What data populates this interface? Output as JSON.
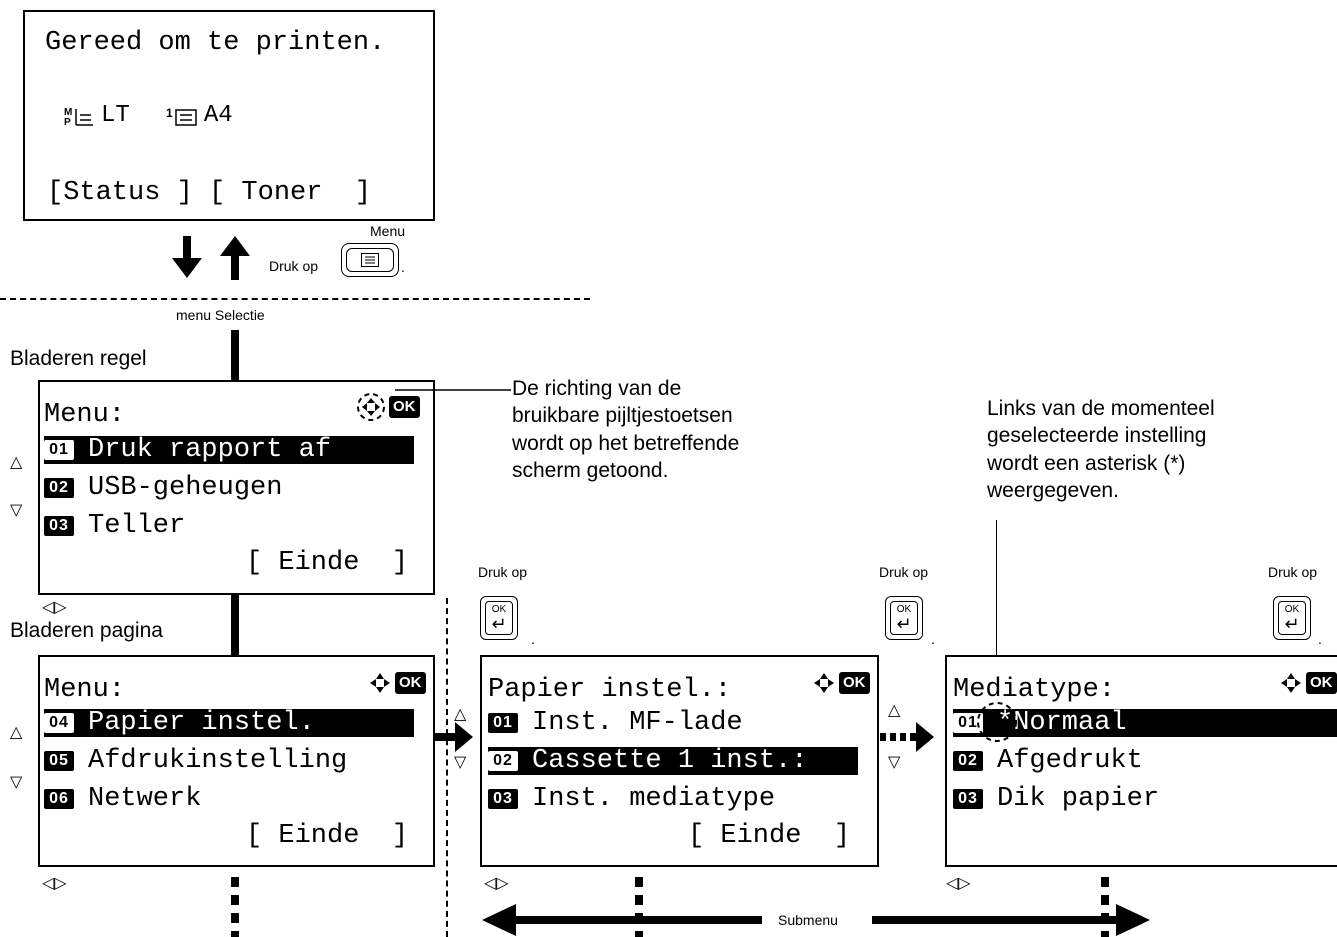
{
  "ready_screen": {
    "status_line": "Gereed om te printen.",
    "paper1": "LT",
    "paper2": "A4",
    "soft_keys": "[Status ] [ Toner  ]"
  },
  "transition": {
    "press_label": "Druk op",
    "menu_key_label": "Menu",
    "period": "."
  },
  "labels": {
    "menu_selection": "menu Selectie",
    "scroll_line": "Bladeren regel",
    "scroll_page": "Bladeren pagina",
    "submenu": "Submenu"
  },
  "callouts": {
    "arrows": [
      "De richting van de",
      "bruikbare pijltjestoetsen",
      "wordt op het betreffende",
      "scherm getoond."
    ],
    "asterisk": [
      "Links van de momenteel",
      "geselecteerde instelling",
      "wordt een asterisk (*)",
      "weergegeven."
    ]
  },
  "menu_screen1": {
    "title": "Menu:",
    "ok": "OK",
    "items": [
      {
        "num": "01",
        "label": "Druk rapport af"
      },
      {
        "num": "02",
        "label": "USB-geheugen"
      },
      {
        "num": "03",
        "label": "Teller"
      }
    ],
    "end": "[ Einde  ]"
  },
  "menu_screen2": {
    "title": "Menu:",
    "ok": "OK",
    "items": [
      {
        "num": "04",
        "label": "Papier instel."
      },
      {
        "num": "05",
        "label": "Afdrukinstelling"
      },
      {
        "num": "06",
        "label": "Netwerk"
      }
    ],
    "end": "[ Einde  ]"
  },
  "papier_screen": {
    "title": "Papier instel.:",
    "ok": "OK",
    "items": [
      {
        "num": "01",
        "label": "Inst. MF-lade"
      },
      {
        "num": "02",
        "label": "Cassette 1 inst.:"
      },
      {
        "num": "03",
        "label": "Inst. mediatype"
      }
    ],
    "end": "[ Einde  ]"
  },
  "media_screen": {
    "title": "Mediatype:",
    "ok": "OK",
    "items": [
      {
        "num": "01",
        "label": "*Normaal"
      },
      {
        "num": "02",
        "label": "Afgedrukt"
      },
      {
        "num": "03",
        "label": "Dik papier"
      }
    ]
  },
  "keys": {
    "ok_key_text": "OK",
    "press": "Druk op"
  },
  "glyphs": {
    "up": "△",
    "down": "▽",
    "leftright": "◁▷",
    "return": "↵"
  }
}
